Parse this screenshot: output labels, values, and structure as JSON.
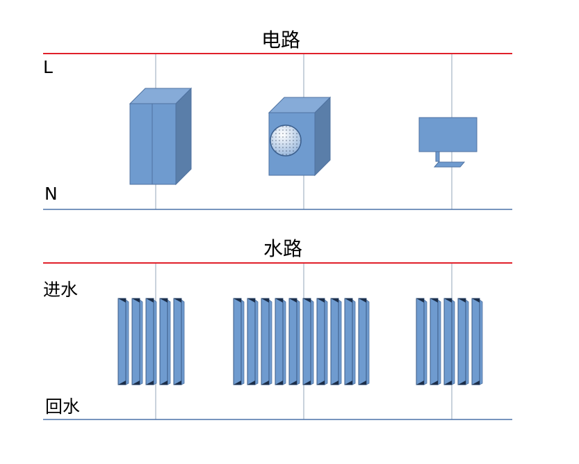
{
  "electric": {
    "title": "电路",
    "live_label": "L",
    "neutral_label": "N"
  },
  "water": {
    "title": "水路",
    "supply_label": "进水",
    "return_label": "回水"
  },
  "colors": {
    "live": "#e0202a",
    "neutral": "#4a72a8",
    "device": "#6f9bcf",
    "device_dark": "#5a7ea9",
    "device_top": "#86abd8",
    "branch": "#b7c3d0"
  }
}
